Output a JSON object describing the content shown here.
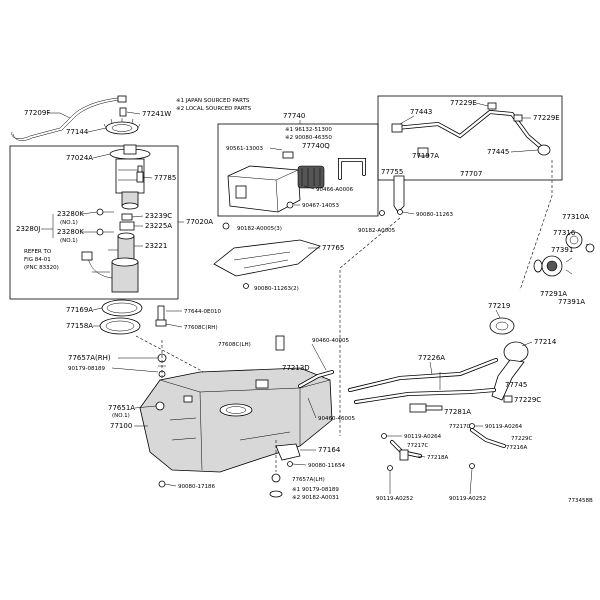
{
  "notes": {
    "japan": "※1 JAPAN SOURCED PARTS",
    "local": "※2 LOCAL SOURCED PARTS"
  },
  "refer": {
    "line1": "REFER TO",
    "line2": "FIG 84-01",
    "line3": "(PNC 83320)"
  },
  "figure_id": "773458B",
  "labels": {
    "p77209F": "77209F",
    "p77241W": "77241W",
    "p77144": "77144",
    "p77024A": "77024A",
    "p77785": "77785",
    "p23280K": "23280K",
    "no1a": "(NO.1)",
    "p23239C": "23239C",
    "p23280J": "23280J",
    "p23280K2": "23280K",
    "no1b": "(NO.1)",
    "p23225A": "23225A",
    "p77020A": "77020A",
    "p23221": "23221",
    "p77740": "77740",
    "p96132": "※1 96132-51300",
    "p90080_46350": "※2 90080-46350",
    "p90561": "90561-13003",
    "p77740Q": "77740Q",
    "p90466": "90466-A0006",
    "p90467": "90467-14053",
    "p90182_3": "90182-A0005(3)",
    "p77765": "77765",
    "p90080_11263_2": "90080-11263(2)",
    "p77443": "77443",
    "p77229E_a": "77229E",
    "p77229E_b": "77229E",
    "p77197A": "77197A",
    "p77445": "77445",
    "p77755": "77755",
    "p77707": "77707",
    "p90080_11263": "90080-11263",
    "p90182_A0005": "90182-A0005",
    "p77310A": "77310A",
    "p77316": "77316",
    "p77391": "77391",
    "p77291A": "77291A",
    "p77391A": "77391A",
    "p77169A": "77169A",
    "p77644": "77644-0E010",
    "p77158A": "77158A",
    "p77608C_RH": "77608C(RH)",
    "p77608C_LH": "77608C(LH)",
    "p77657A_RH": "77657A(RH)",
    "p90179_08189": "90179-08189",
    "p77213D": "77213D",
    "p90460": "90460-40005",
    "p77219": "77219",
    "p77214": "77214",
    "p77226A": "77226A",
    "p77745": "77745",
    "p77651A": "77651A",
    "no1c": "(NO.1)",
    "p77100": "77100",
    "p90460_46005": "90460-46005",
    "p77229C_a": "77229C",
    "p77281A": "77281A",
    "p90119_A0264_a": "90119-A0264",
    "p90119_A0264_b": "90119-A0264",
    "p77217C_a": "77217C",
    "p77217C_b": "77217C",
    "p77229C_b": "77229C",
    "p77216A": "77216A",
    "p77218A": "77218A",
    "p77164": "77164",
    "p90080_11654": "90080-11654",
    "p77657A_LH": "77657A(LH)",
    "p90179_08189b": "※1 90179-08189",
    "p90182_A0031": "※2 90182-A0031",
    "p90080_17186": "90080-17186",
    "p90119_A0252_a": "90119-A0252",
    "p90119_A0252_b": "90119-A0252"
  }
}
